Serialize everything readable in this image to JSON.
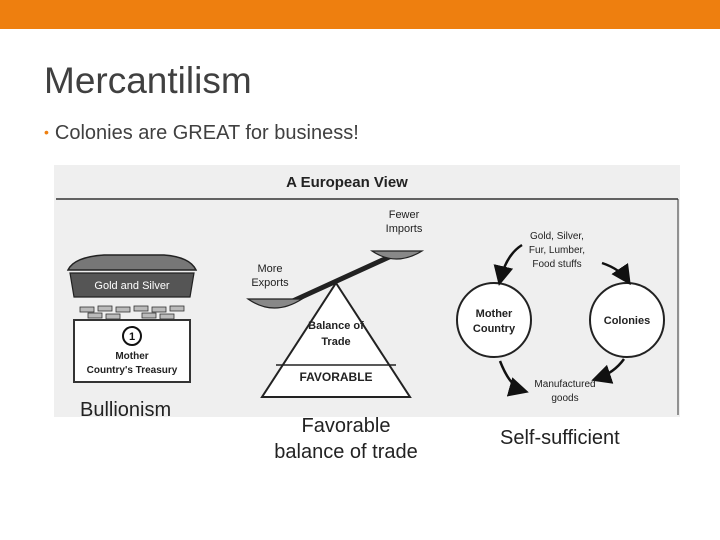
{
  "slide": {
    "title": "Mercantilism",
    "bullet": "Colonies are GREAT for business!",
    "accent_color": "#ee7f0f"
  },
  "figure": {
    "heading": "A European View",
    "treasury": {
      "banner": "Gold and Silver",
      "icon": "numeral-one-icon",
      "numeral": "1",
      "label_line1": "Mother",
      "label_line2": "Country's Treasury"
    },
    "scale": {
      "right_line1": "Fewer",
      "right_line2": "Imports",
      "left_line1": "More",
      "left_line2": "Exports",
      "pyramid_line1": "Balance of",
      "pyramid_line2": "Trade",
      "base_label": "FAVORABLE"
    },
    "cycle": {
      "top_line1": "Gold, Silver,",
      "top_line2": "Fur, Lumber,",
      "top_line3": "Food stuffs",
      "left_line1": "Mother",
      "left_line2": "Country",
      "right_label": "Colonies",
      "bottom_line1": "Manufactured",
      "bottom_line2": "goods"
    }
  },
  "captions": {
    "bullionism": "Bullionism",
    "favorable_line1": "Favorable",
    "favorable_line2": "balance of trade",
    "self_sufficient": "Self-sufficient"
  }
}
